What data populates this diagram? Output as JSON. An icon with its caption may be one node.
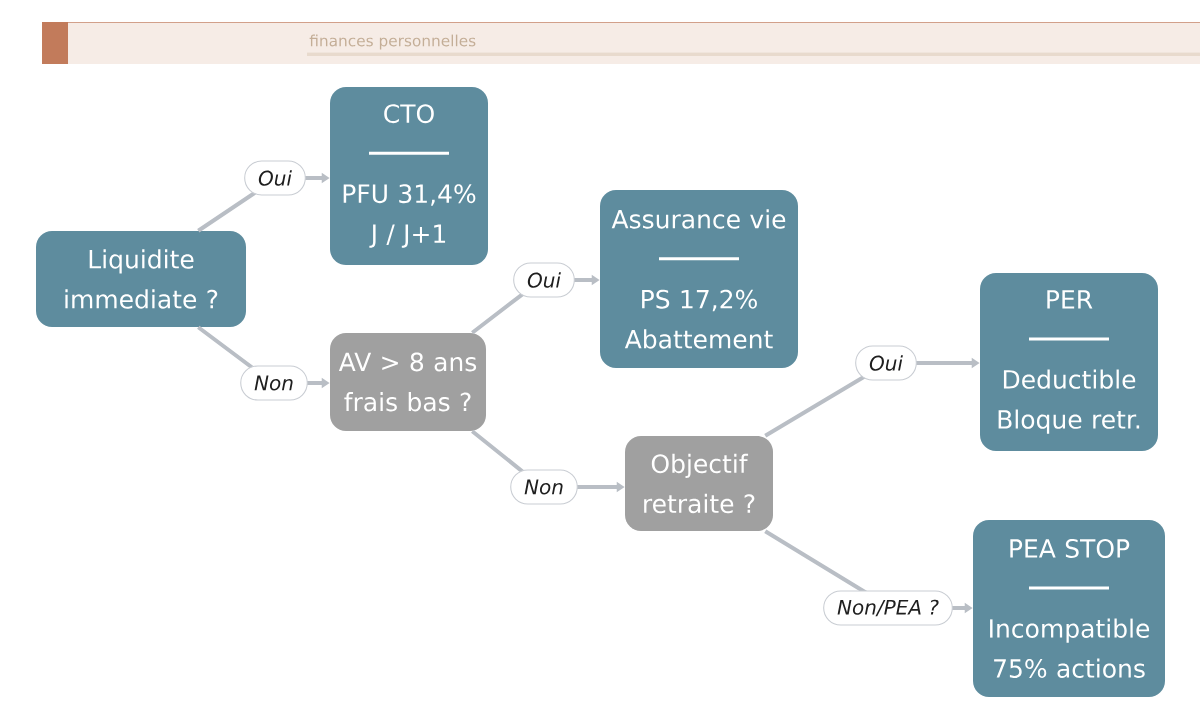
{
  "diagram": {
    "nodes": [
      {
        "text": [
          "Liquidite immediate ?"
        ]
      },
      {
        "text": [
          "CTO",
          "PFU 31,4% J / J+1"
        ]
      },
      {
        "text": [
          "AV > 8 ans frais bas ?"
        ]
      },
      {
        "text": [
          "Assurance vie",
          "PS 17,2% Abattement"
        ]
      },
      {
        "text": [
          "Objectif retraite ?"
        ]
      },
      {
        "text": [
          "PER",
          "Deductible Bloque retr."
        ]
      },
      {
        "text": [
          "PEA STOP",
          "Incompatible 75% actions"
        ]
      }
    ],
    "edges": [
      {
        "from": 0,
        "to": 1,
        "arrow": "to",
        "label": "Oui"
      },
      {
        "from": 0,
        "to": 2,
        "arrow": "to",
        "label": "Non"
      },
      {
        "from": 2,
        "to": 3,
        "arrow": "to",
        "label": "Oui"
      },
      {
        "from": 2,
        "to": 4,
        "arrow": "to",
        "label": "Non"
      },
      {
        "from": 4,
        "to": 5,
        "arrow": "to",
        "label": "Oui"
      },
      {
        "from": 4,
        "to": 6,
        "arrow": "to",
        "label": "Non/PEA ?"
      }
    ],
    "labels": [
      "finances personnelles"
    ]
  }
}
